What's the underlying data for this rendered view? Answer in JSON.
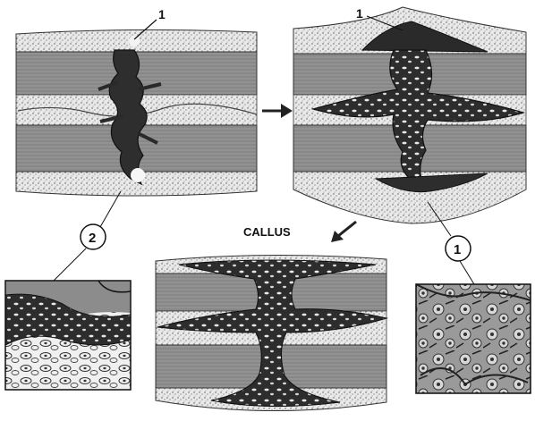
{
  "labels": {
    "top_left_marker": "1",
    "top_right_marker": "1",
    "circle_left": "2",
    "circle_right": "1",
    "callus": "CALLUS"
  },
  "colors": {
    "ink": "#111111",
    "band_gray": "#8f8f8f",
    "band_stripe": "#6a6a6a",
    "stipple_bg": "#e6e6e6",
    "dark_tissue": "#2b2b2b",
    "paper": "#ffffff"
  },
  "icons": {
    "right_arrow": "arrow-right-icon",
    "down_left_arrow": "arrow-down-left-icon"
  }
}
